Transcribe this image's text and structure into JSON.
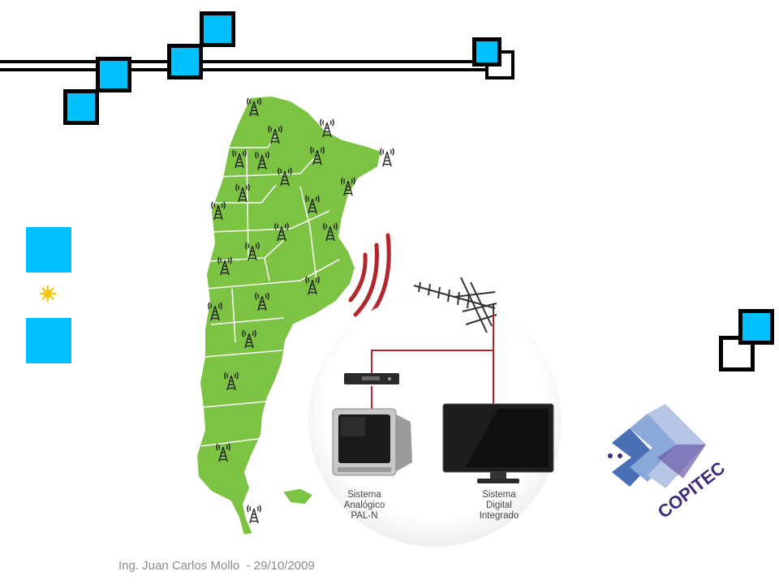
{
  "illustration": {
    "analog_label": [
      "Sistema",
      "Analógico",
      "PAL-N"
    ],
    "digital_label": [
      "Sistema",
      "Digital",
      "Integrado"
    ]
  },
  "logo": {
    "text": "COPITEC"
  },
  "footer": {
    "author": "Ing. Juan Carlos Mollo",
    "separator": "  - ",
    "date": "29/10/2009"
  },
  "colors": {
    "accent": "#00c0ff",
    "map_green": "#7cc243",
    "signal_red": "#b1272d",
    "logo_purple": "#3d2b7a"
  }
}
